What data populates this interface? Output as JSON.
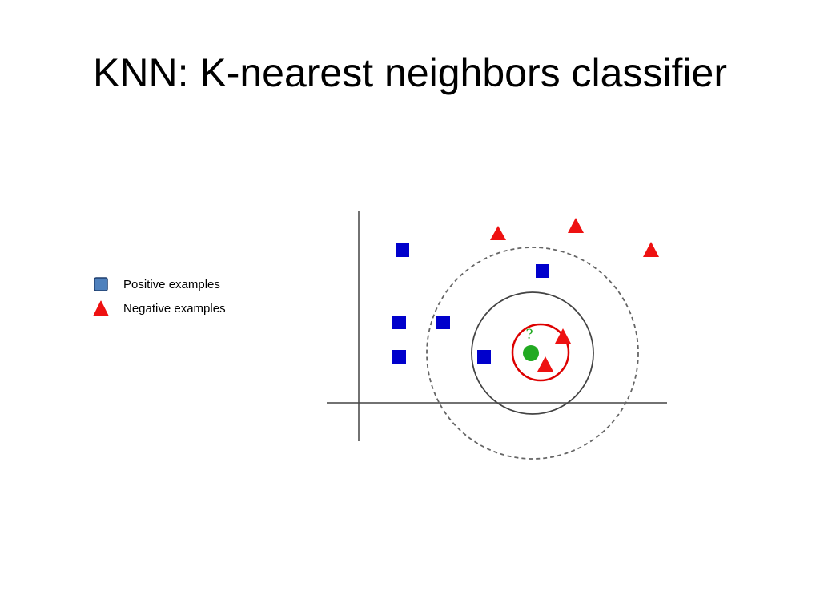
{
  "slide": {
    "title": "KNN: K-nearest neighbors classifier"
  },
  "legend": {
    "positive_label": "Positive examples",
    "negative_label": "Negative examples"
  },
  "diagram": {
    "query_mark": "?",
    "colors": {
      "positive": "#0000cc",
      "positive_legend": "#4f81bd",
      "negative": "#ee1111",
      "query": "#22aa22",
      "query_mark": "#22aa22",
      "k_circle": "#dd0000",
      "solid_circle": "#444444",
      "dashed_circle": "#666666",
      "axis": "#444444"
    }
  }
}
